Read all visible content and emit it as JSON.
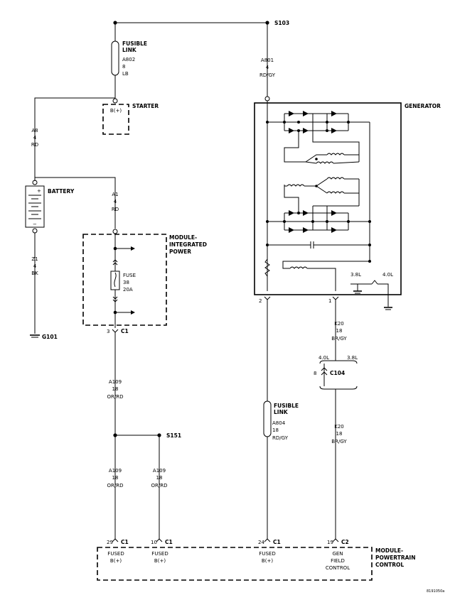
{
  "splices": {
    "s103": "S103",
    "s151": "S151"
  },
  "fusible_link_top": {
    "title1": "FUSIBLE",
    "title2": "LINK",
    "circuit": "A802",
    "gauge": "8",
    "color": "LB"
  },
  "fusible_link_bottom": {
    "title1": "FUSIBLE",
    "title2": "LINK",
    "circuit": "A804",
    "gauge": "18",
    "color": "RD/GY"
  },
  "starter": {
    "label": "STARTER",
    "pin": "B(+)"
  },
  "battery": {
    "label": "BATTERY"
  },
  "ground": {
    "label": "G101"
  },
  "generator": {
    "label": "GENERATOR",
    "pin_left": "2",
    "pin_right": "1",
    "engine_a": "3.8L",
    "engine_b": "4.0L"
  },
  "module_ip": {
    "line1": "MODULE-",
    "line2": "INTEGRATED",
    "line3": "POWER",
    "fuse_l1": "FUSE",
    "fuse_l2": "38",
    "fuse_l3": "20A",
    "pin": "3",
    "conn": "C1"
  },
  "pcm": {
    "line1": "MODULE-",
    "line2": "POWERTRAIN",
    "line3": "CONTROL",
    "pins": [
      {
        "pin": "29",
        "conn": "C1",
        "func1": "FUSED",
        "func2": "B(+)",
        "func3": ""
      },
      {
        "pin": "10",
        "conn": "C1",
        "func1": "FUSED",
        "func2": "B(+)",
        "func3": ""
      },
      {
        "pin": "24",
        "conn": "C1",
        "func1": "FUSED",
        "func2": "B(+)",
        "func3": ""
      },
      {
        "pin": "19",
        "conn": "C2",
        "func1": "GEN",
        "func2": "FIELD",
        "func3": "CONTROL"
      }
    ]
  },
  "c104": {
    "label": "C104",
    "pin": "8",
    "engine_a": "4.0L",
    "engine_b": "3.8L"
  },
  "wires": {
    "a801": {
      "circuit": "A801",
      "gauge": "4",
      "color": "RD/GY"
    },
    "a8": {
      "circuit": "A8",
      "gauge": "4",
      "color": "RD"
    },
    "a1": {
      "circuit": "A1",
      "gauge": "4",
      "color": "RD"
    },
    "z1": {
      "circuit": "Z1",
      "gauge": "4",
      "color": "BK"
    },
    "a109_top": {
      "circuit": "A109",
      "gauge": "18",
      "color": "OR/RD"
    },
    "a109_left": {
      "circuit": "A109",
      "gauge": "18",
      "color": "OR/RD"
    },
    "a109_right": {
      "circuit": "A109",
      "gauge": "18",
      "color": "OR/RD"
    },
    "k20_top": {
      "circuit": "K20",
      "gauge": "18",
      "color": "BR/GY"
    },
    "k20_bottom": {
      "circuit": "K20",
      "gauge": "18",
      "color": "BR/GY"
    }
  },
  "figure_id": "8191050a"
}
